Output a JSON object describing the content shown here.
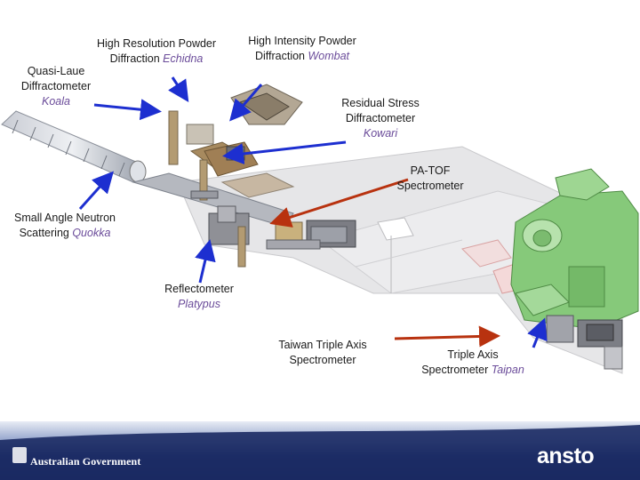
{
  "labels": {
    "koala": {
      "line1": "Quasi-Laue",
      "line2": "Diffractometer",
      "name": "Koala"
    },
    "echidna": {
      "line1": "High Resolution Powder",
      "line2_prefix": "Diffraction",
      "name": "Echidna"
    },
    "wombat": {
      "line1": "High Intensity Powder",
      "line2_prefix": "Diffraction",
      "name": "Wombat"
    },
    "kowari": {
      "line1": "Residual Stress",
      "line2": "Diffractometer",
      "name": "Kowari"
    },
    "pelican": {
      "line1": "PA-TOF",
      "line2": "Spectrometer"
    },
    "quokka": {
      "line1": "Small Angle Neutron",
      "line2_prefix": "Scattering",
      "name": "Quokka"
    },
    "platypus": {
      "line1": "Reflectometer",
      "name": "Platypus"
    },
    "sika": {
      "line1": "Taiwan Triple Axis",
      "line2": "Spectrometer"
    },
    "taipan": {
      "line1": "Triple Axis",
      "line2_prefix": "Spectrometer",
      "name": "Taipan"
    }
  },
  "footer": {
    "government": "Australian Government",
    "logo": "ansto"
  },
  "colors": {
    "arrow_blue": "#1d2fd0",
    "arrow_red": "#b8320f",
    "footer_navy": "#1b2a63",
    "instrument_name": "#6b4c9a"
  }
}
